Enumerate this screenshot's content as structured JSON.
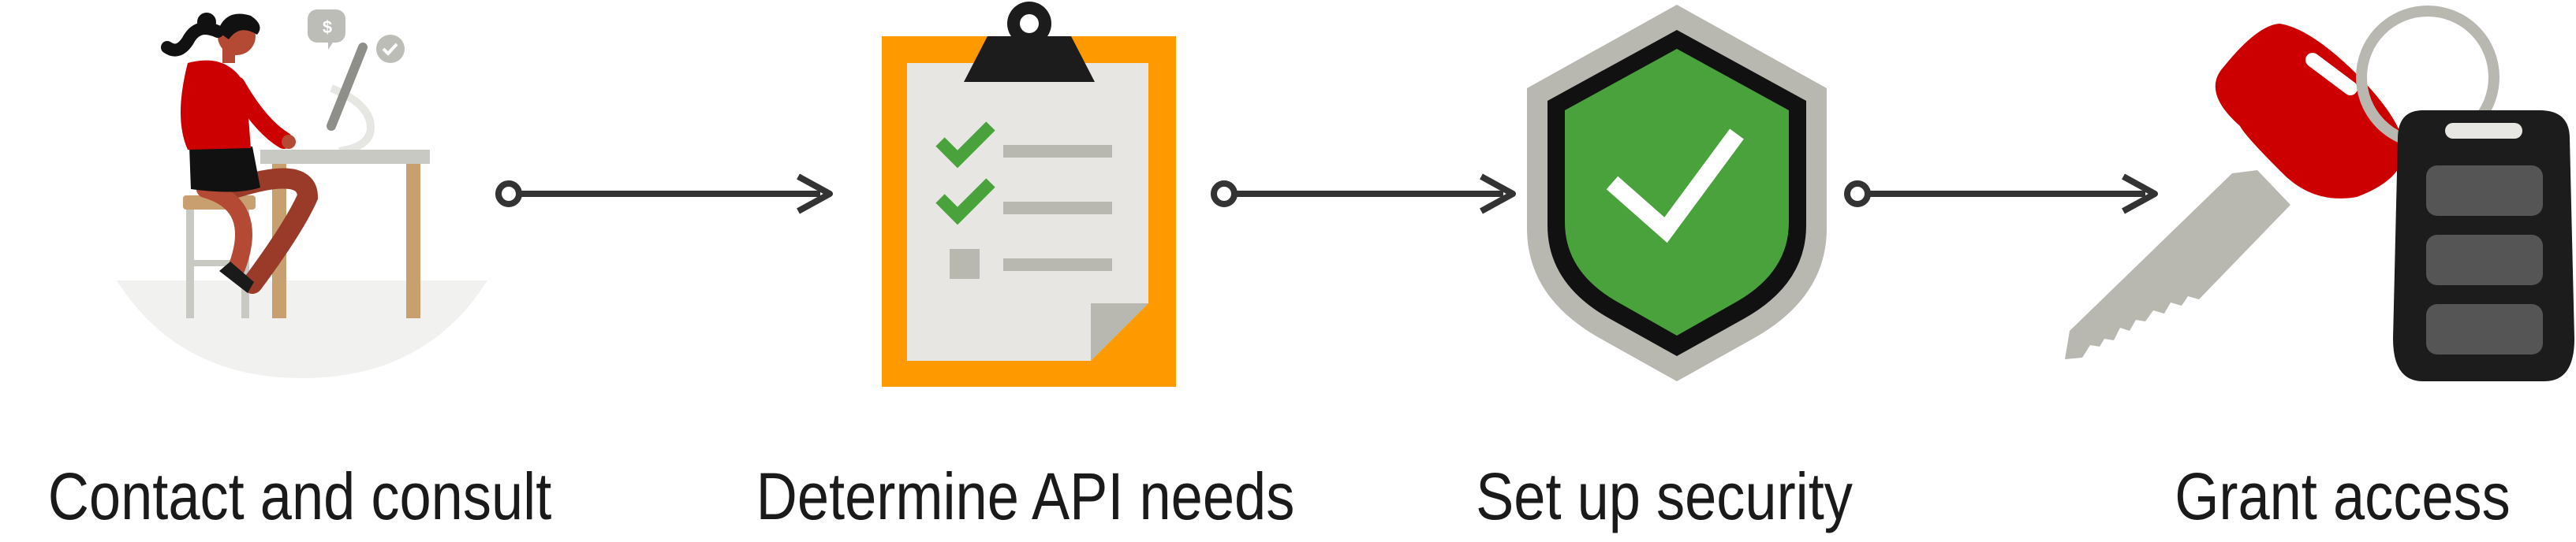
{
  "steps": [
    {
      "label": "Contact and consult",
      "icon": "person-at-desk-icon"
    },
    {
      "label": "Determine API needs",
      "icon": "clipboard-checklist-icon"
    },
    {
      "label": "Set up security",
      "icon": "shield-check-icon"
    },
    {
      "label": "Grant access",
      "icon": "car-key-fob-icon"
    }
  ],
  "colors": {
    "arrow": "#333333",
    "accent_red": "#cc0000",
    "accent_orange": "#ff9900",
    "accent_green": "#4aa23c",
    "neutral_gray": "#b8b8b0",
    "paper": "#e8e6e2",
    "dark": "#1c1c1c"
  }
}
